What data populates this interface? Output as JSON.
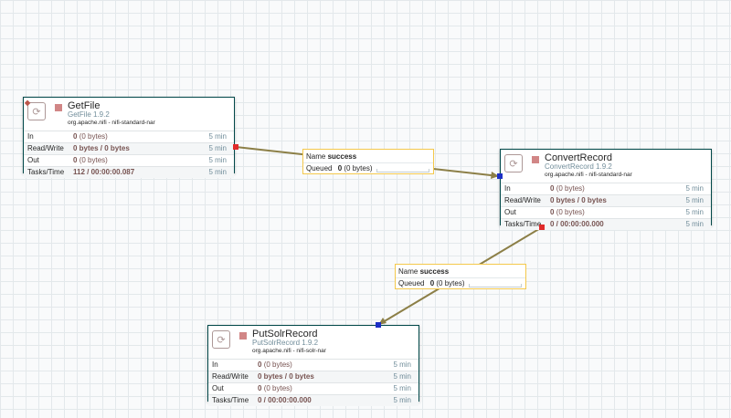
{
  "processors": {
    "getfile": {
      "name": "GetFile",
      "type": "GetFile 1.9.2",
      "bundle": "org.apache.nifi - nifi-standard-nar",
      "rows": [
        {
          "label": "In",
          "value": "0",
          "detail": "(0 bytes)",
          "time": "5 min"
        },
        {
          "label": "Read/Write",
          "value": "0 bytes / 0 bytes",
          "detail": "",
          "time": "5 min"
        },
        {
          "label": "Out",
          "value": "0",
          "detail": "(0 bytes)",
          "time": "5 min"
        },
        {
          "label": "Tasks/Time",
          "value": "112 / 00:00:00.087",
          "detail": "",
          "time": "5 min"
        }
      ]
    },
    "convertrecord": {
      "name": "ConvertRecord",
      "type": "ConvertRecord 1.9.2",
      "bundle": "org.apache.nifi - nifi-standard-nar",
      "rows": [
        {
          "label": "In",
          "value": "0",
          "detail": "(0 bytes)",
          "time": "5 min"
        },
        {
          "label": "Read/Write",
          "value": "0 bytes / 0 bytes",
          "detail": "",
          "time": "5 min"
        },
        {
          "label": "Out",
          "value": "0",
          "detail": "(0 bytes)",
          "time": "5 min"
        },
        {
          "label": "Tasks/Time",
          "value": "0 / 00:00:00.000",
          "detail": "",
          "time": "5 min"
        }
      ]
    },
    "putsolr": {
      "name": "PutSolrRecord",
      "type": "PutSolrRecord 1.9.2",
      "bundle": "org.apache.nifi - nifi-solr-nar",
      "rows": [
        {
          "label": "In",
          "value": "0",
          "detail": "(0 bytes)",
          "time": "5 min"
        },
        {
          "label": "Read/Write",
          "value": "0 bytes / 0 bytes",
          "detail": "",
          "time": "5 min"
        },
        {
          "label": "Out",
          "value": "0",
          "detail": "(0 bytes)",
          "time": "5 min"
        },
        {
          "label": "Tasks/Time",
          "value": "0 / 00:00:00.000",
          "detail": "",
          "time": "5 min"
        }
      ]
    }
  },
  "connections": {
    "c1": {
      "name_label": "Name",
      "name": "success",
      "queued_label": "Queued",
      "queued_value": "0",
      "queued_detail": "(0 bytes)"
    },
    "c2": {
      "name_label": "Name",
      "name": "success",
      "queued_label": "Queued",
      "queued_value": "0",
      "queued_detail": "(0 bytes)"
    }
  },
  "icons": {
    "processor": "processor-refresh-icon",
    "restricted": "restricted-shield-icon",
    "stopped": "stopped-square-icon"
  },
  "colors": {
    "connection": "#8c7f47",
    "processor_border": "#004849",
    "label_border": "#f4c84b",
    "stopped": "#d18686",
    "source_port": "#e02a2a",
    "dest_port": "#1c2fc6"
  }
}
